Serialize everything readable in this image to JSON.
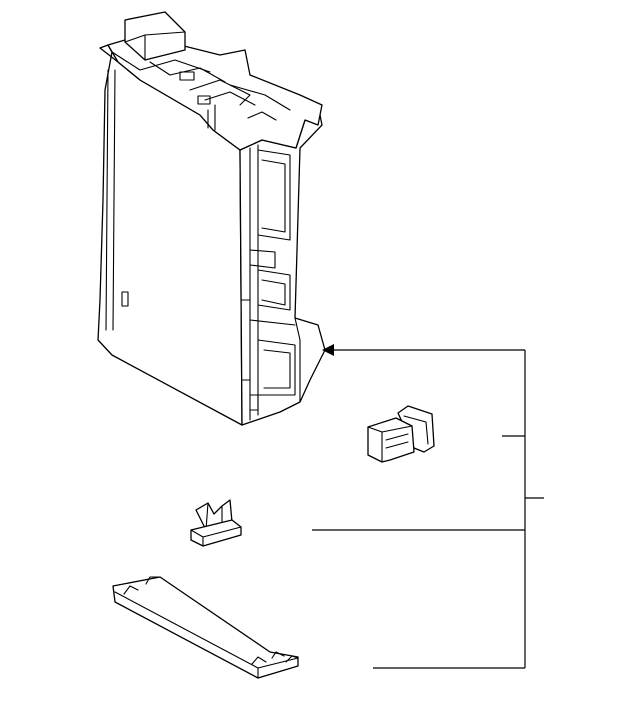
{
  "diagram": {
    "kind": "exploded parts diagram",
    "colors": {
      "line": "#000000",
      "background": "#ffffff"
    },
    "parts": [
      {
        "id": "junction-block",
        "icon": "relay-box-assembly"
      },
      {
        "id": "relay",
        "icon": "relay-connector"
      },
      {
        "id": "clip",
        "icon": "retainer-clip"
      },
      {
        "id": "cover",
        "icon": "fuse-box-cover"
      }
    ],
    "callouts": [
      {
        "id": "callout-assembly",
        "targets": [
          "junction-block",
          "relay",
          "clip",
          "cover"
        ]
      }
    ]
  }
}
